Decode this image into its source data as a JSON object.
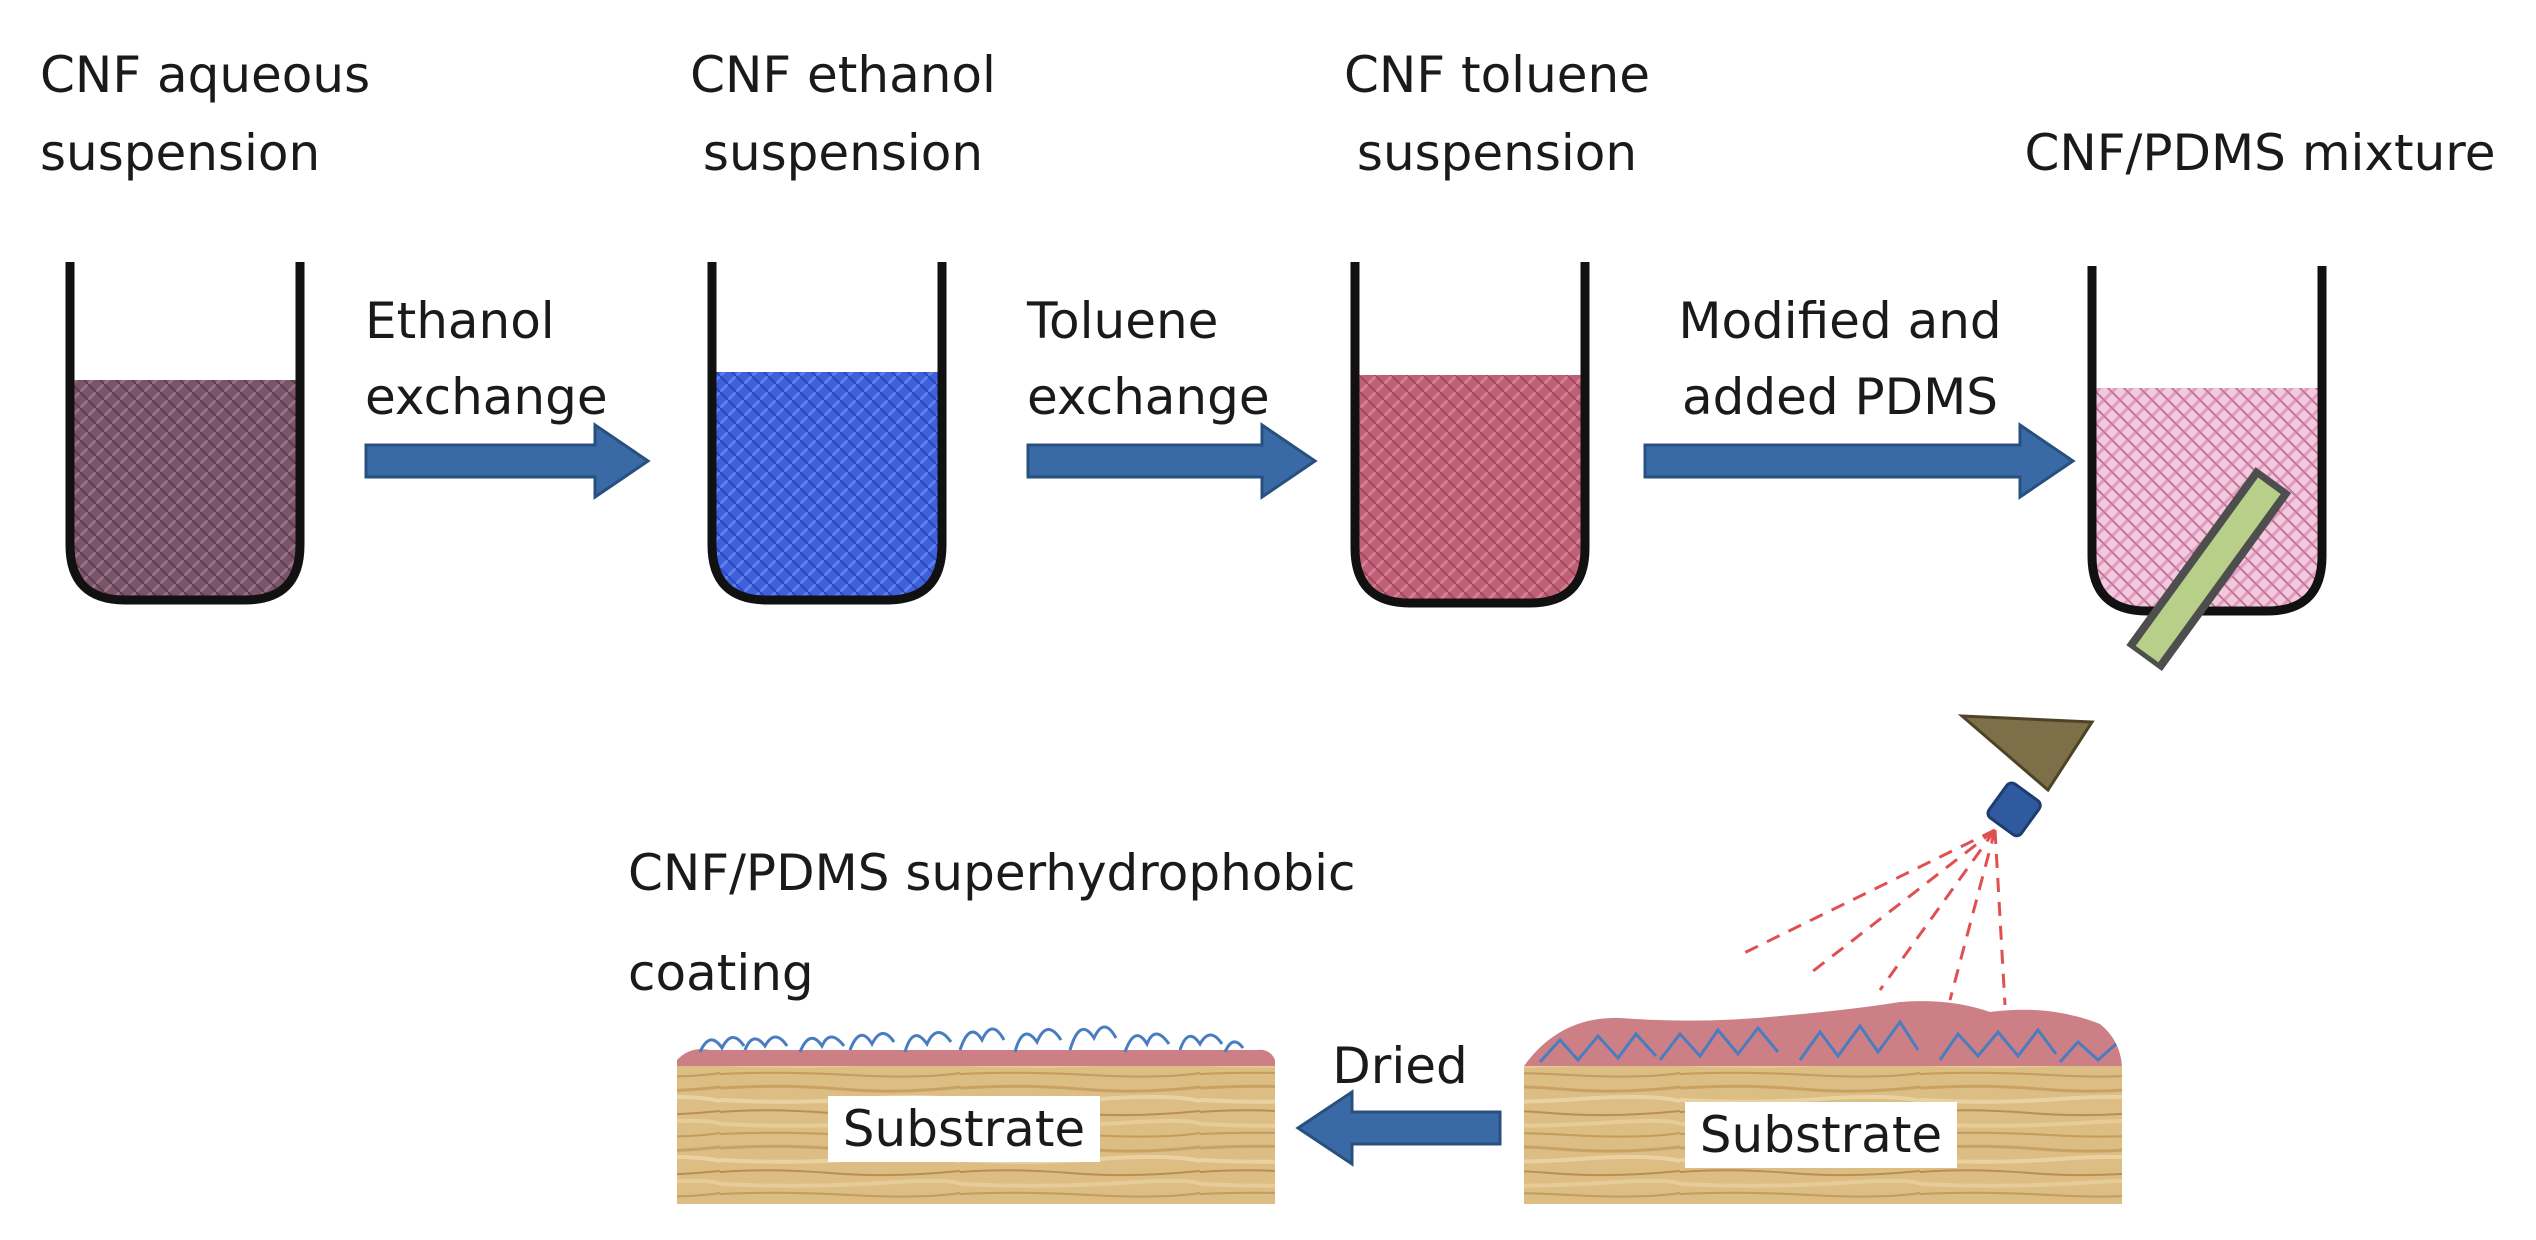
{
  "beakers": [
    {
      "label_line1": "CNF aqueous",
      "label_line2": "suspension"
    },
    {
      "label_line1": "CNF ethanol",
      "label_line2": "suspension"
    },
    {
      "label_line1": "CNF toluene",
      "label_line2": "suspension"
    },
    {
      "label_line1": "CNF/PDMS mixture",
      "label_line2": ""
    }
  ],
  "steps": [
    {
      "line1": "Ethanol",
      "line2": "exchange"
    },
    {
      "line1": "Toluene",
      "line2": "exchange"
    },
    {
      "line1": "Modified and",
      "line2": "added PDMS"
    }
  ],
  "coating": {
    "line1": "CNF/PDMS superhydrophobic",
    "line2": "coating"
  },
  "dried_label": "Dried",
  "substrates": [
    {
      "label": "Substrate"
    },
    {
      "label": "Substrate"
    }
  ],
  "colors": {
    "liquid_aqueous": "#7a5468",
    "liquid_ethanol": "#3f60dd",
    "liquid_toluene": "#c06077",
    "liquid_mixture": "#e6a8c8",
    "arrow": "#3a6aa6",
    "wood": "#dcbd84",
    "coating": "#cc8086",
    "fiber": "#4a7cc0",
    "spray": "#e05050",
    "sprayer_body": "#b8cf8a",
    "sprayer_nozzle": "#7d7048"
  },
  "icons": [
    "beaker-icon",
    "right-arrow-icon",
    "left-arrow-icon",
    "spray-gun-icon",
    "substrate-block-icon"
  ]
}
